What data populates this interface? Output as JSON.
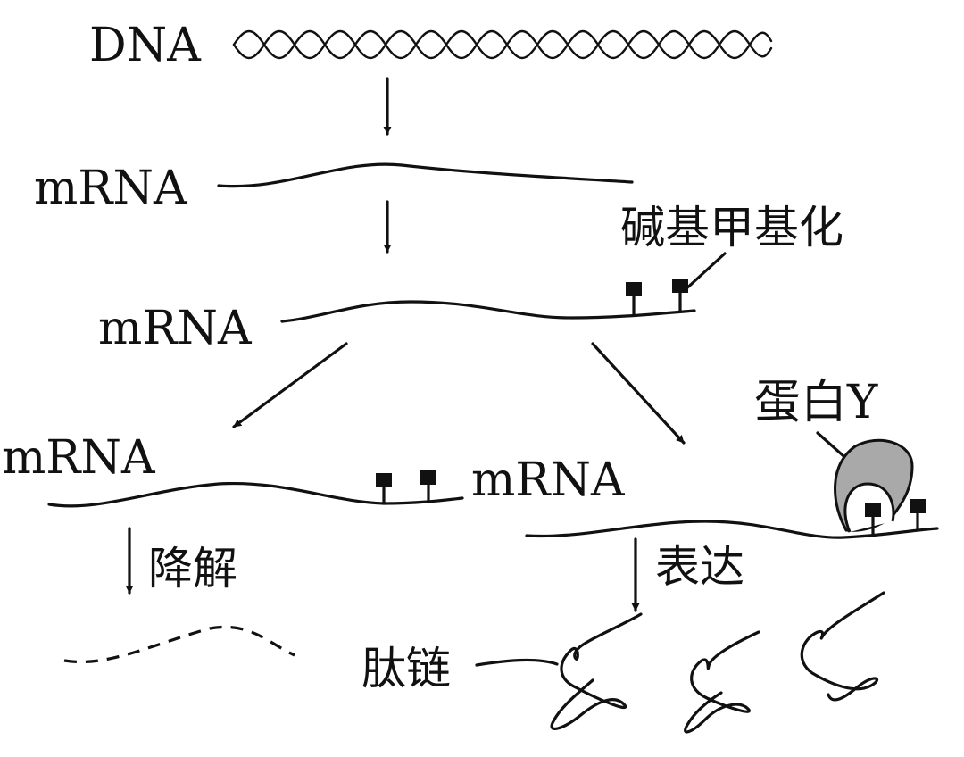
{
  "labels": {
    "dna": "DNA",
    "mrna_1": "mRNA",
    "mrna_2": "mRNA",
    "mrna_left": "mRNA",
    "mrna_right": "mRNA",
    "methylation": "碱基甲基化",
    "protein_y": "蛋白Y",
    "degrade": "降解",
    "express": "表达",
    "peptide": "肽链"
  }
}
